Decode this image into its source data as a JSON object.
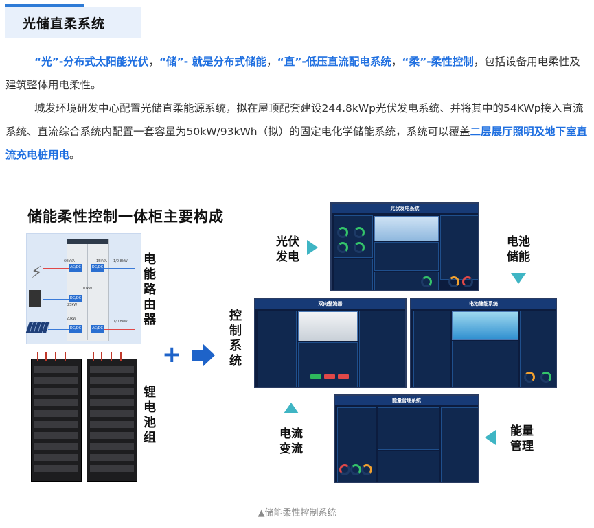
{
  "section": {
    "title": "光储直柔系统"
  },
  "paragraph1": {
    "guang": "“光”-分布式太阳能光伏",
    "sep1": "，",
    "chu": "“储”- 就是分布式储能",
    "sep2": "，",
    "zhi": "“直”-低压直流配电系统",
    "sep3": "，",
    "rou": "“柔”-柔性控制",
    "tail": "，包括设备用电柔性及建筑整体用电柔性。"
  },
  "paragraph2": {
    "text": "城发环境研发中心配置光储直柔能源系统，拟在屋顶配套建设244.8kWp光伏发电系统、并将其中的54KWp接入直流系统、直流综合系统内配置一套容量为50kW/93kWh（拟）的固定电化学储能系统，系统可以覆盖",
    "highlight": "二层展厅照明及地下室直流充电桩用电",
    "end": "。"
  },
  "figure": {
    "left_title": "储能柔性控制一体柜主要构成",
    "router_label": "电能路由器",
    "battery_label": "锂电池组",
    "plus": "+",
    "control_label": "控制系统",
    "pv_label": [
      "光伏",
      "发电"
    ],
    "storage_label": [
      "电池",
      "储能"
    ],
    "energy_label": [
      "能量",
      "管理"
    ],
    "current_label": [
      "电流",
      "变流"
    ],
    "screens": {
      "pv": "光伏发电系统",
      "converter": "双向整流器",
      "battery": "电池储能系统",
      "energy": "能量管理系统"
    },
    "cabinet_tags": {
      "ac1": "AC/DC",
      "ac2": "AC/DC",
      "dcdc1": "DC/DC",
      "dcdc2": "DC/DC",
      "dcdc3": "DC/DC",
      "p1": "60kVA",
      "p2": "15kVA",
      "p3": "10kW",
      "p4": "20kW",
      "p5": "25kW",
      "p6": "1/0.8kW",
      "p7": "1/0.8kW"
    }
  },
  "caption": "▲储能柔性控制系统",
  "colors": {
    "accent": "#1f6fe0",
    "arrow": "#3fb5c4",
    "screen_bg": "#0c1c3e"
  }
}
